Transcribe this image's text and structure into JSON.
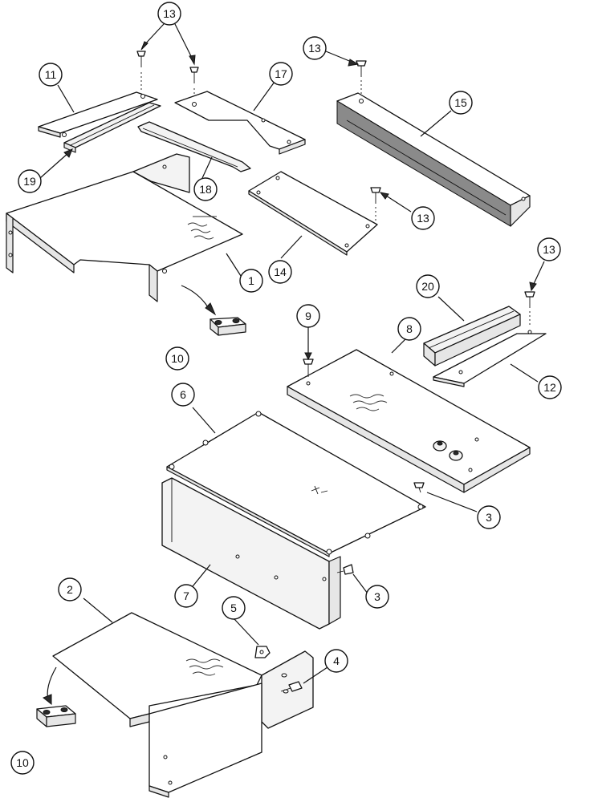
{
  "diagram": {
    "callouts": [
      {
        "id": "c13a",
        "label": "13"
      },
      {
        "id": "c11",
        "label": "11"
      },
      {
        "id": "c19",
        "label": "19"
      },
      {
        "id": "c17",
        "label": "17"
      },
      {
        "id": "c18",
        "label": "18"
      },
      {
        "id": "c13b",
        "label": "13"
      },
      {
        "id": "c15",
        "label": "15"
      },
      {
        "id": "c13c",
        "label": "13"
      },
      {
        "id": "c14",
        "label": "14"
      },
      {
        "id": "c1",
        "label": "1"
      },
      {
        "id": "c10a",
        "label": "10"
      },
      {
        "id": "c13d",
        "label": "13"
      },
      {
        "id": "c20",
        "label": "20"
      },
      {
        "id": "c9",
        "label": "9"
      },
      {
        "id": "c8",
        "label": "8"
      },
      {
        "id": "c12",
        "label": "12"
      },
      {
        "id": "c6",
        "label": "6"
      },
      {
        "id": "c3a",
        "label": "3"
      },
      {
        "id": "c7",
        "label": "7"
      },
      {
        "id": "c3b",
        "label": "3"
      },
      {
        "id": "c2",
        "label": "2"
      },
      {
        "id": "c5",
        "label": "5"
      },
      {
        "id": "c4",
        "label": "4"
      },
      {
        "id": "c10b",
        "label": "10"
      }
    ]
  }
}
